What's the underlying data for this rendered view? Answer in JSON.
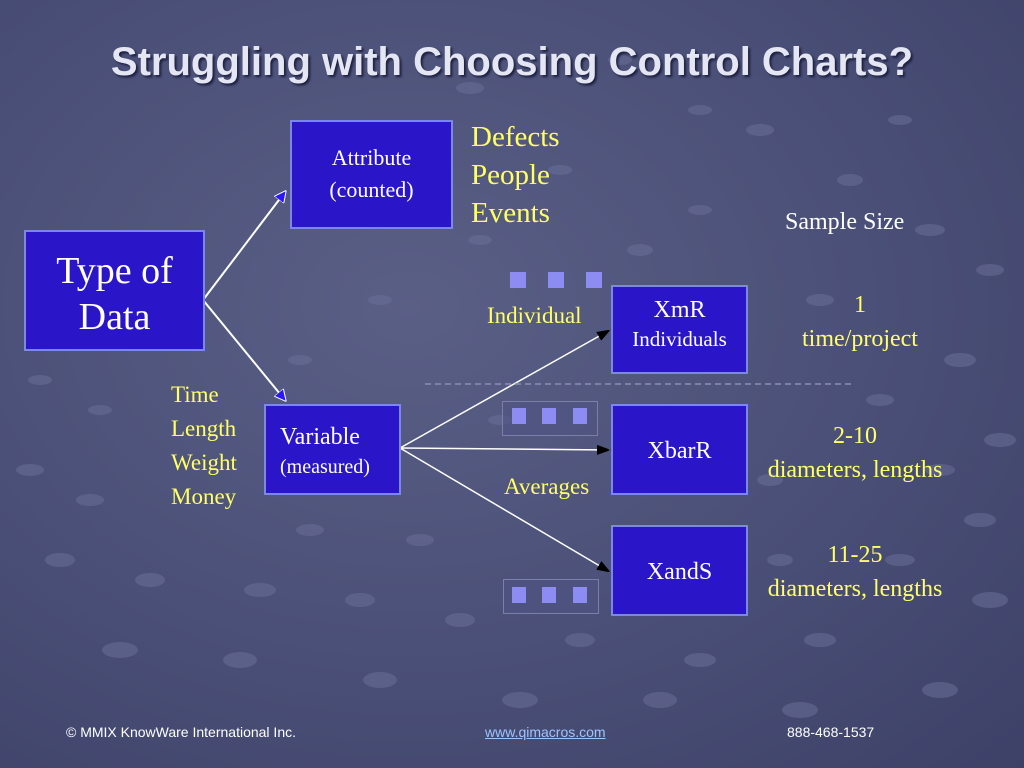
{
  "title": "Struggling with Choosing Control Charts?",
  "root": {
    "line1": "Type of",
    "line2": "Data"
  },
  "attribute": {
    "line1": "Attribute",
    "line2": "(counted)"
  },
  "attribute_examples": [
    "Defects",
    "People",
    "Events"
  ],
  "variable": {
    "line1": "Variable",
    "line2": "(measured)"
  },
  "variable_examples": [
    "Time",
    "Length",
    "Weight",
    "Money"
  ],
  "sample_size_label": "Sample Size",
  "individual_label": "Individual",
  "averages_label": "Averages",
  "charts": [
    {
      "name": "XmR",
      "sub": "Individuals",
      "size_line1": "1",
      "size_line2": "time/project"
    },
    {
      "name": "XbarR",
      "sub": "",
      "size_line1": "2-10",
      "size_line2": "diameters, lengths"
    },
    {
      "name": "XandS",
      "sub": "",
      "size_line1": "11-25",
      "size_line2": "diameters, lengths"
    }
  ],
  "footer": {
    "copyright": "© MMIX KnowWare International Inc.",
    "website": "www.qimacros.com",
    "phone": "888-468-1537"
  },
  "colors": {
    "box_fill": "#2a16c8",
    "box_border": "#7c88e8",
    "highlight_text": "#ffff66",
    "background": "#4a4f77"
  }
}
